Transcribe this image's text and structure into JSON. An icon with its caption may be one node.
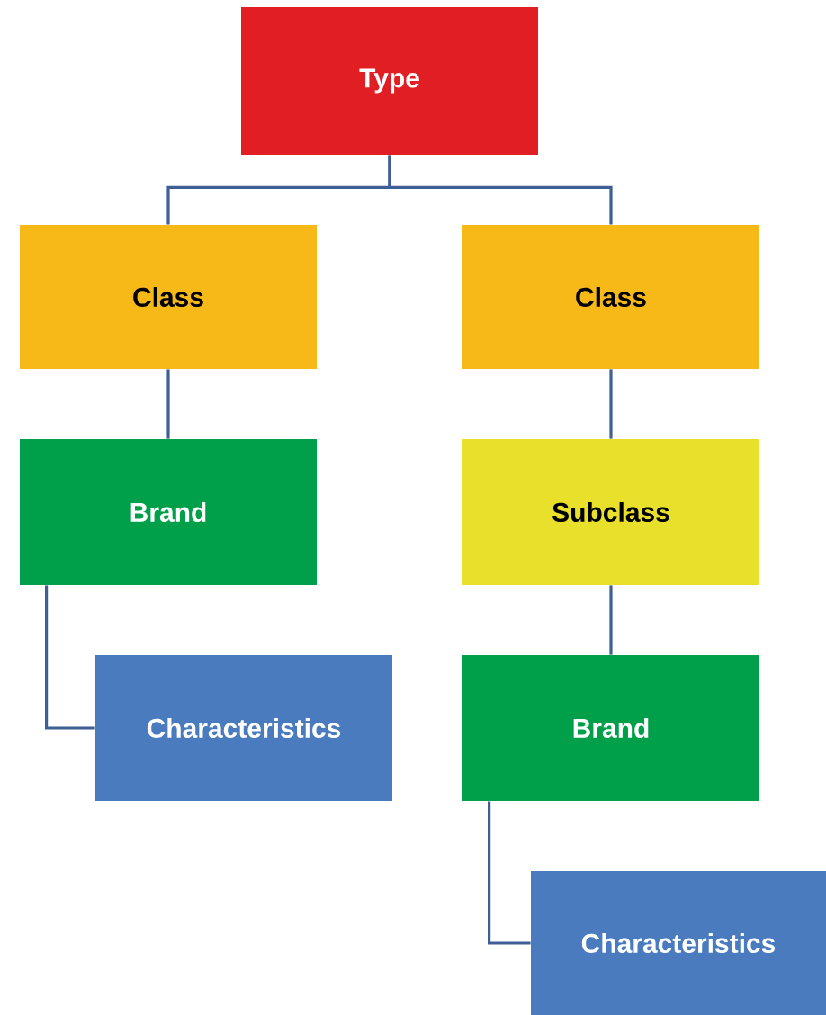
{
  "diagram": {
    "nodes": [
      {
        "text": [
          "Type"
        ]
      },
      {
        "text": [
          "Class"
        ]
      },
      {
        "text": [
          "Class"
        ]
      },
      {
        "text": [
          "Brand"
        ]
      },
      {
        "text": [
          "Subclass"
        ]
      },
      {
        "text": [
          "Characteristics"
        ]
      },
      {
        "text": [
          "Brand"
        ]
      },
      {
        "text": [
          "Characteristics"
        ]
      }
    ],
    "edges": [
      {
        "from": 0,
        "to": 1,
        "arrow": "none"
      },
      {
        "from": 0,
        "to": 2,
        "arrow": "none"
      },
      {
        "from": 1,
        "to": 3,
        "arrow": "none"
      },
      {
        "from": 2,
        "to": 4,
        "arrow": "none"
      },
      {
        "from": 3,
        "to": 5,
        "arrow": "none"
      },
      {
        "from": 4,
        "to": 6,
        "arrow": "none"
      },
      {
        "from": 6,
        "to": 7,
        "arrow": "none"
      }
    ]
  }
}
